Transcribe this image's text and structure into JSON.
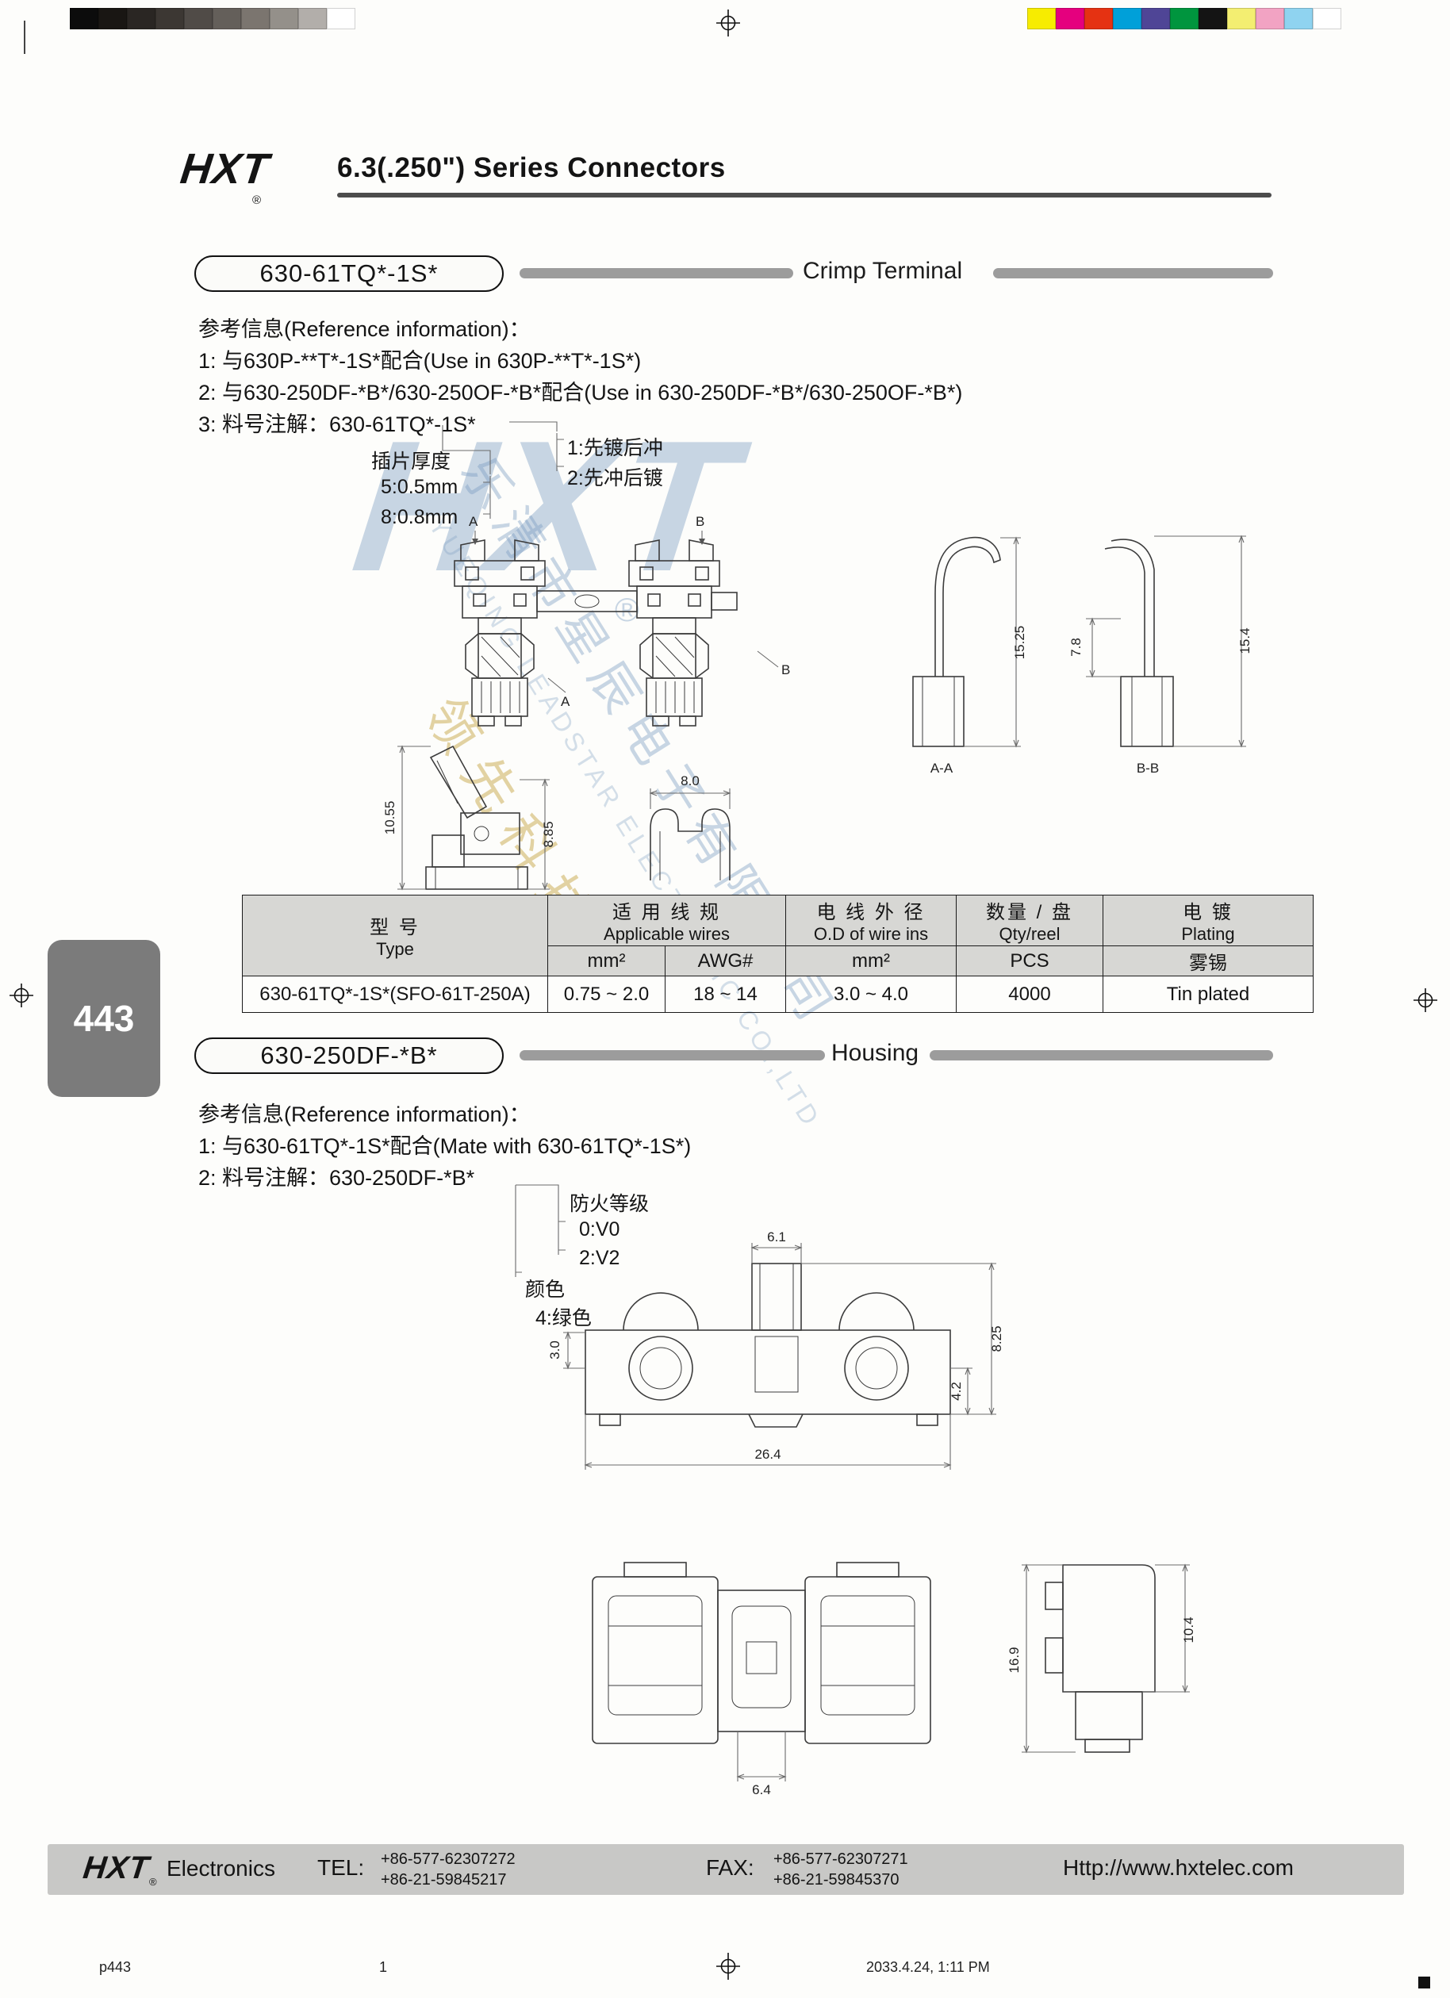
{
  "print_marks": {
    "grayscale_bar": [
      "#0c0c0c",
      "#191613",
      "#2a2623",
      "#3c3733",
      "#504b47",
      "#645f5a",
      "#7b756f",
      "#94908a",
      "#b2aeaa",
      "#ffffff"
    ],
    "color_bar": [
      "#f7ec00",
      "#e5007e",
      "#e53212",
      "#00a0d9",
      "#4f4596",
      "#00953e",
      "#141414",
      "#f3ee71",
      "#f2a3c3",
      "#8fd3f0",
      "#ffffff"
    ],
    "meta_left": "p443",
    "meta_center": "1",
    "meta_right": "2033.4.24, 1:11 PM"
  },
  "header": {
    "logo": "HXT",
    "logo_reg": "®",
    "title": "6.3(.250\") Series Connectors"
  },
  "page_badge": "443",
  "watermark": {
    "logo": "HXT",
    "reg": "®",
    "company_zh": "乐清市星辰电子有限公司",
    "company_en": "YUEQING LEADSTAR ELECTRONIC CO.,LTD",
    "slogan": "领先科技"
  },
  "crimp": {
    "part_number": "630-61TQ*-1S*",
    "category": "Crimp Terminal",
    "ref_heading": "参考信息(Reference information)：",
    "ref_lines": {
      "l1": "1: 与630P-**T*-1S*配合(Use in 630P-**T*-1S*)",
      "l2": "2: 与630-250DF-*B*/630-250OF-*B*配合(Use in 630-250DF-*B*/630-250OF-*B*)",
      "l3": "3: 料号注解：630-61TQ*-1S*"
    },
    "notes": {
      "thickness_title": "插片厚度",
      "thickness_1": "5:0.5mm",
      "thickness_2": "8:0.8mm",
      "process_1": "1:先镀后冲",
      "process_2": "2:先冲后镀"
    },
    "dims": {
      "a": "A",
      "b": "B",
      "aa": "A-A",
      "bb": "B-B",
      "d1525": "15.25",
      "d78": "7.8",
      "d154": "15.4",
      "d1055": "10.55",
      "d885": "8.85",
      "d80": "8.0"
    }
  },
  "table": {
    "headers": {
      "type_zh": "型  号",
      "type_en": "Type",
      "wires_zh": "适  用  线  规",
      "wires_en": "Applicable wires",
      "od_zh": "电 线 外 径",
      "od_en": "O.D of wire ins",
      "qty_zh": "数量 / 盘",
      "qty_en": "Qty/reel",
      "plating_zh": "电  镀",
      "plating_en": "Plating",
      "sub_mm2": "mm²",
      "sub_awg": "AWG#",
      "sub_od_mm2": "mm²",
      "sub_pcs": "PCS",
      "sub_plating": "雾锡"
    },
    "row": {
      "type": "630-61TQ*-1S*(SFO-61T-250A)",
      "mm2": "0.75 ~ 2.0",
      "awg": "18 ~ 14",
      "od": "3.0 ~ 4.0",
      "qty": "4000",
      "plating": "Tin plated"
    }
  },
  "housing": {
    "part_number": "630-250DF-*B*",
    "category": "Housing",
    "ref_heading": "参考信息(Reference information)：",
    "ref_lines": {
      "l1": "1: 与630-61TQ*-1S*配合(Mate with 630-61TQ*-1S*)",
      "l2": "2: 料号注解：630-250DF-*B*"
    },
    "notes": {
      "fire_title": "防火等级",
      "fire_1": "0:V0",
      "fire_2": "2:V2",
      "color_title": "颜色",
      "color_1": "4:绿色"
    },
    "dims": {
      "d61": "6.1",
      "d825": "8.25",
      "d30": "3.0",
      "d42": "4.2",
      "d264": "26.4",
      "d169": "16.9",
      "d104": "10.4",
      "d64": "6.4"
    }
  },
  "footer": {
    "logo": "HXT",
    "logo_reg": "®",
    "company": "Electronics",
    "tel_label": "TEL:",
    "tel_1": "+86-577-62307272",
    "tel_2": "+86-21-59845217",
    "fax_label": "FAX:",
    "fax_1": "+86-577-62307271",
    "fax_2": "+86-21-59845370",
    "url": "Http://www.hxtelec.com"
  }
}
